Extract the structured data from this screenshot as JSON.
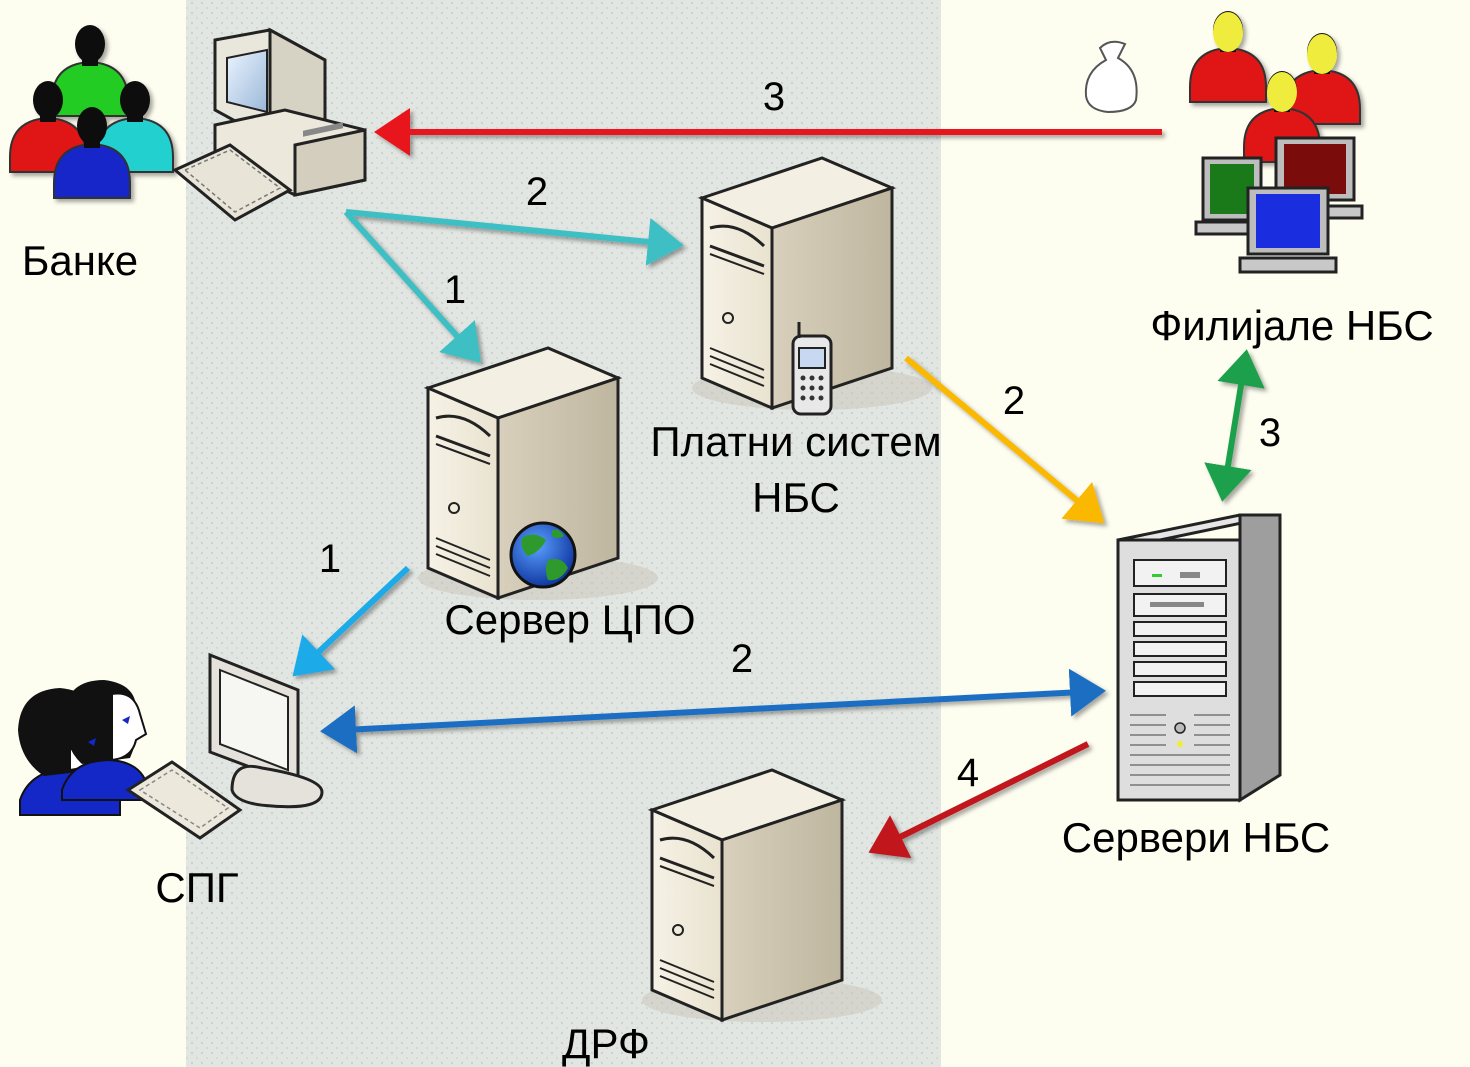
{
  "nodes": {
    "banks": "Банке",
    "branches": "Филијале НБС",
    "payment_system": [
      "Платни систем",
      "НБС"
    ],
    "cpo_server": "Сервер ЦПО",
    "spg": "СПГ",
    "nbs_servers": "Сервери НБС",
    "drf": "ДРФ"
  },
  "steps": {
    "branches_to_banks": "3",
    "banks_to_payment": "2",
    "banks_to_cpo": "1",
    "payment_to_nbs": "2",
    "nbs_branches": "3",
    "cpo_to_spg": "1",
    "spg_nbs": "2",
    "nbs_to_drf": "4"
  },
  "colors": {
    "background": "#fdfdf0",
    "center_band": "#e3e7e3",
    "arrow_red": "#e8141e",
    "arrow_teal": "#3cbfc4",
    "arrow_orange": "#fbb800",
    "arrow_green": "#1ea04c",
    "arrow_skyblue": "#1eaae8",
    "arrow_blue": "#1e6ec3",
    "arrow_darkred": "#c0141e"
  }
}
